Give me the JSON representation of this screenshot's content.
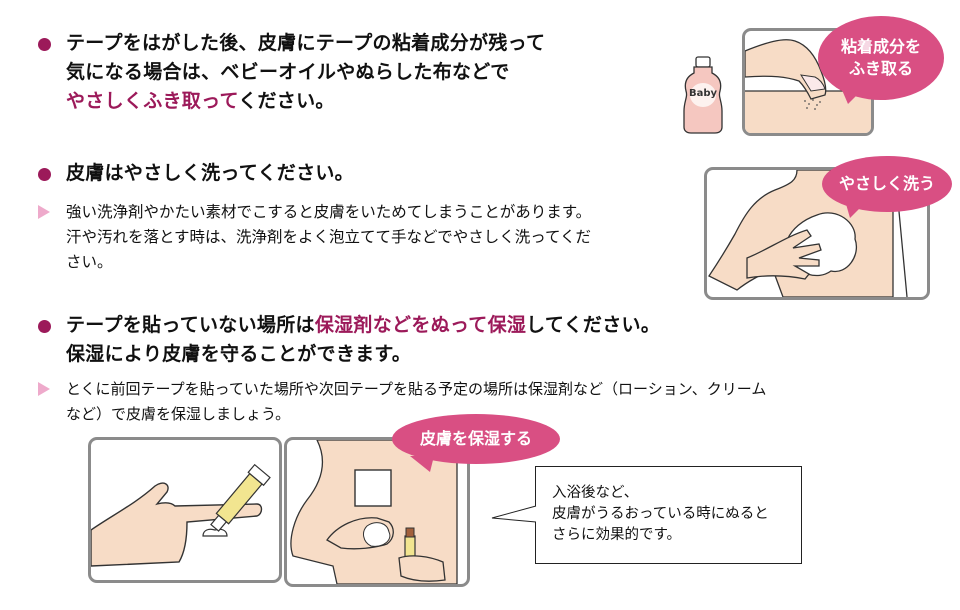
{
  "section1": {
    "line1": "テープをはがした後、皮膚にテープの粘着成分が残って",
    "line2": "気になる場合は、ベビーオイルやぬらした布などで",
    "line3_accent": "やさしくふき取って",
    "line3_rest": "ください。",
    "bottle_label": "Baby",
    "bubble_line1": "粘着成分を",
    "bubble_line2": "ふき取る"
  },
  "section2": {
    "heading": "皮膚はやさしく洗ってください。",
    "body_line1": "強い洗浄剤やかたい素材でこすると皮膚をいためてしまうことがあります。",
    "body_line2": "汗や汚れを落とす時は、洗浄剤をよく泡立てて手などでやさしく洗ってくだ",
    "body_line3": "さい。",
    "bubble": "やさしく洗う"
  },
  "section3": {
    "heading_pre": "テープを貼っていない場所は",
    "heading_accent": "保湿剤などをぬって保湿",
    "heading_post": "してください。",
    "heading_line2": "保湿により皮膚を守ることができます。",
    "body_line1": "とくに前回テープを貼っていた場所や次回テープを貼る予定の場所は保湿剤など（ローション、クリーム",
    "body_line2": "など）で皮膚を保湿しましょう。",
    "bubble": "皮膚を保湿する",
    "callout_line1": "入浴後など、",
    "callout_line2": "皮膚がうるおっている時にぬると",
    "callout_line3": "さらに効果的です。"
  },
  "colors": {
    "accent": "#9c1a5a",
    "bubble": "#d94f83",
    "triangle": "#eeaacb",
    "skin": "#f7dcc6",
    "frame": "#8b8b8b"
  }
}
